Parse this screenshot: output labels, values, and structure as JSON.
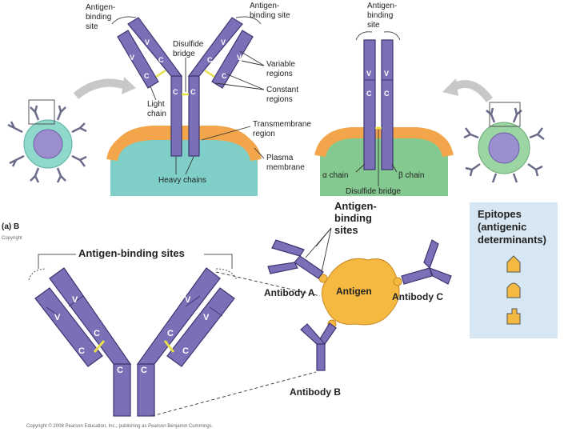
{
  "top_left": {
    "antigen_binding_site_left": [
      "Antigen-",
      "binding",
      "site"
    ],
    "antigen_binding_site_right": [
      "Antigen-",
      "binding site"
    ],
    "disulfide_bridge": [
      "Disulfide",
      "bridge"
    ],
    "variable_regions": [
      "Variable",
      "regions"
    ],
    "constant_regions": [
      "Constant",
      "regions"
    ],
    "light_chain": [
      "Light",
      "chain"
    ],
    "transmembrane_region": [
      "Transmembrane",
      "region"
    ],
    "plasma_membrane": [
      "Plasma",
      "membrane"
    ],
    "heavy_chains": "Heavy chains",
    "v": "V",
    "c": "C"
  },
  "top_right": {
    "antigen_binding_site": [
      "Antigen-",
      "binding",
      "site"
    ],
    "alpha_chain": "α chain",
    "beta_chain": "β chain",
    "disulfide_bridge": "Disulfide bridge"
  },
  "caption_fragment": "(a) B",
  "copyright_fragment": "Copyright",
  "bottom_left": {
    "antigen_binding_sites": "Antigen-binding sites",
    "v": "V",
    "c": "C"
  },
  "bottom_middle": {
    "antigen_binding_sites": [
      "Antigen-",
      "binding",
      "sites"
    ],
    "antibody_a": "Antibody A",
    "antibody_b": "Antibody B",
    "antibody_c": "Antibody C",
    "antigen": "Antigen"
  },
  "epitopes_box": {
    "title": [
      "Epitopes",
      "(antigenic",
      "determinants)"
    ]
  },
  "footer_copyright": "Copyright © 2008 Pearson Education, Inc., publishing as Pearson Benjamin Cummings.",
  "colors": {
    "chain": "#7a70b8",
    "antigen": "#f5b942",
    "membrane_orange": "#f2a54a",
    "cell_teal": "#7fcfc8",
    "cell_green": "#84c98f",
    "epitope_panel": "#d6e6f2",
    "disulfide": "#e8e04a"
  }
}
